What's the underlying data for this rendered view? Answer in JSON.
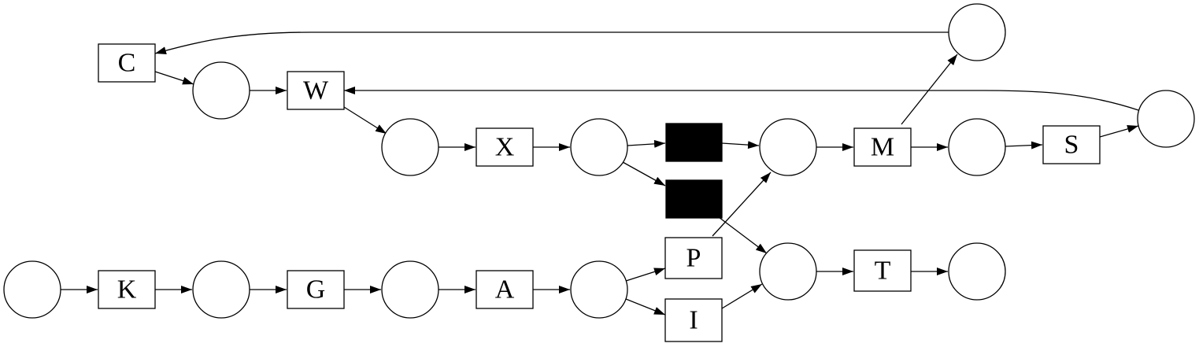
{
  "diagram": {
    "type": "petri-net",
    "colors": {
      "stroke": "#000000",
      "background": "#ffffff",
      "silent_fill": "#000000"
    },
    "transitions": [
      {
        "id": "t_c",
        "label": "C"
      },
      {
        "id": "t_w",
        "label": "W"
      },
      {
        "id": "t_x",
        "label": "X"
      },
      {
        "id": "t_m",
        "label": "M"
      },
      {
        "id": "t_s",
        "label": "S"
      },
      {
        "id": "t_k",
        "label": "K"
      },
      {
        "id": "t_g",
        "label": "G"
      },
      {
        "id": "t_a",
        "label": "A"
      },
      {
        "id": "t_p",
        "label": "P"
      },
      {
        "id": "t_i",
        "label": "I"
      },
      {
        "id": "t_t",
        "label": "T"
      },
      {
        "id": "tau1",
        "label": ""
      },
      {
        "id": "tau2",
        "label": ""
      }
    ],
    "places": [
      "p1",
      "p2",
      "p3",
      "p4",
      "p5",
      "p6",
      "p7",
      "p8",
      "p9",
      "p10",
      "p11",
      "p12",
      "p13",
      "p14"
    ],
    "arcs": [
      [
        "p1",
        "t_k"
      ],
      [
        "t_k",
        "p2"
      ],
      [
        "p2",
        "t_g"
      ],
      [
        "t_g",
        "p3"
      ],
      [
        "p3",
        "t_a"
      ],
      [
        "t_a",
        "p4"
      ],
      [
        "p4",
        "t_p"
      ],
      [
        "p4",
        "t_i"
      ],
      [
        "t_i",
        "p10"
      ],
      [
        "t_p",
        "p8"
      ],
      [
        "t_c",
        "p5"
      ],
      [
        "p5",
        "t_w"
      ],
      [
        "t_w",
        "p6"
      ],
      [
        "p6",
        "t_x"
      ],
      [
        "t_x",
        "p7"
      ],
      [
        "p7",
        "tau1"
      ],
      [
        "p7",
        "tau2"
      ],
      [
        "tau1",
        "p8"
      ],
      [
        "tau2",
        "p10"
      ],
      [
        "p8",
        "t_m"
      ],
      [
        "t_m",
        "p9"
      ],
      [
        "t_m",
        "p13"
      ],
      [
        "p9",
        "t_s"
      ],
      [
        "t_s",
        "p14"
      ],
      [
        "p10",
        "t_t"
      ],
      [
        "t_t",
        "p11"
      ],
      [
        "p13",
        "t_c"
      ],
      [
        "p14",
        "t_w"
      ]
    ]
  }
}
